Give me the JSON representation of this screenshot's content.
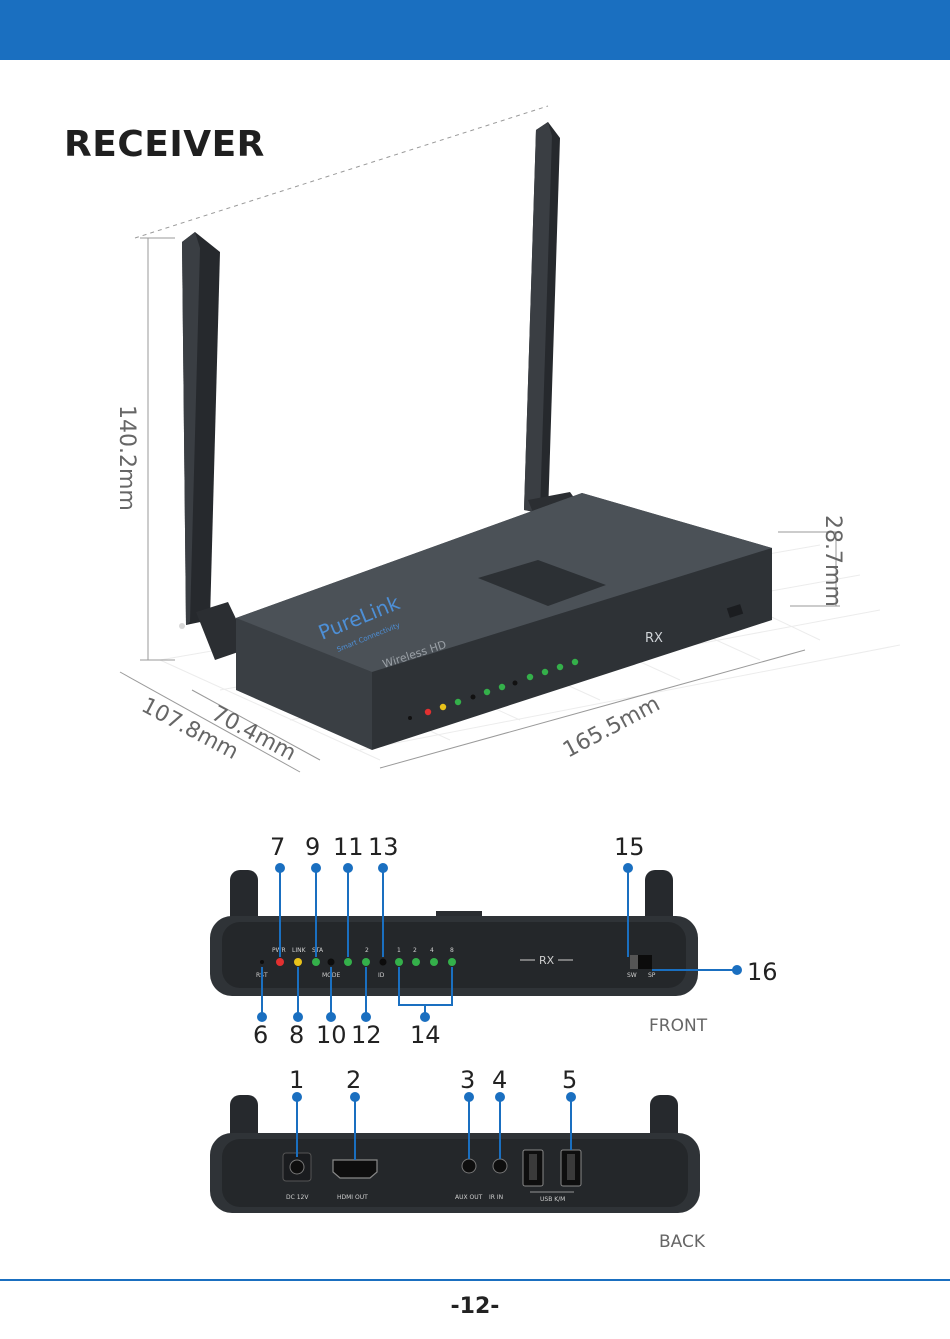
{
  "header": {
    "color": "#1a6fc0"
  },
  "title": "RECEIVER",
  "dimensions": {
    "height": "140.2mm",
    "depth_total": "107.8mm",
    "depth_body": "70.4mm",
    "width": "165.5mm",
    "thickness": "28.7mm"
  },
  "device": {
    "brand": "PureLink",
    "brand_sub": "Smart Connectivity",
    "product": "Wireless HD",
    "mode_label": "RX",
    "iso_leds": [
      "Pwr",
      "Link",
      "STA",
      "MODE",
      "1",
      "2",
      "ID",
      "1",
      "2",
      "4",
      "8",
      "SW",
      "SP",
      "RST"
    ]
  },
  "front": {
    "view_label": "FRONT",
    "panel_labels": {
      "rst": "RST",
      "pwr": "PWR",
      "link": "LINK",
      "sta": "STA",
      "mode": "MODE",
      "id": "ID",
      "two": "2",
      "one": "1",
      "b2": "2",
      "b4": "4",
      "b8": "8",
      "rx": "RX",
      "sw": "SW",
      "sp": "SP"
    },
    "callouts": [
      "7",
      "9",
      "11",
      "13",
      "15",
      "16",
      "6",
      "8",
      "10",
      "12",
      "14"
    ]
  },
  "back": {
    "view_label": "BACK",
    "port_labels": [
      "DC 12V",
      "HDMI OUT",
      "AUX OUT",
      "IR IN",
      "USB K/M"
    ],
    "callouts": [
      "1",
      "2",
      "3",
      "4",
      "5"
    ]
  },
  "colors": {
    "accent": "#1a6fc0",
    "led_red": "#e23030",
    "led_yellow": "#e8c21a",
    "led_green": "#34b04a"
  },
  "page_number": "-12-"
}
